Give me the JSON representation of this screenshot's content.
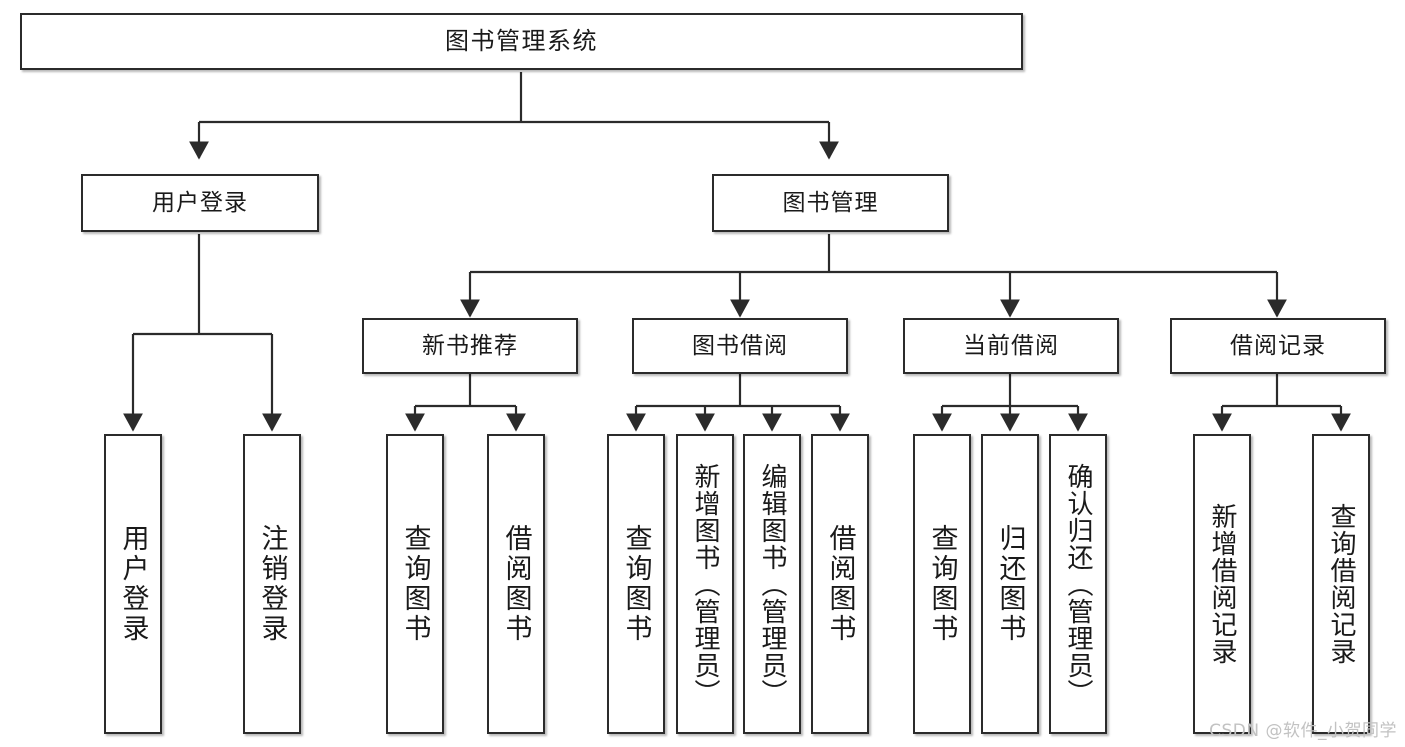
{
  "diagram": {
    "type": "tree",
    "title": "图书管理系统",
    "orientation": "top-down",
    "colors": {
      "box_border": "#2b2b2b",
      "box_fill": "#ffffff",
      "connector": "#2b2b2b",
      "text": "#1a1a1a",
      "watermark": "#c2c2c2",
      "background": "#ffffff"
    }
  },
  "root": {
    "label": "图书管理系统"
  },
  "level2": [
    {
      "label": "用户登录"
    },
    {
      "label": "图书管理"
    }
  ],
  "level3": [
    {
      "label": "新书推荐"
    },
    {
      "label": "图书借阅"
    },
    {
      "label": "当前借阅"
    },
    {
      "label": "借阅记录"
    }
  ],
  "leaves": {
    "user_login": [
      {
        "label": "用户登录"
      },
      {
        "label": "注销登录"
      }
    ],
    "new_book_recommend": [
      {
        "label": "查询图书"
      },
      {
        "label": "借阅图书"
      }
    ],
    "book_borrow": [
      {
        "label": "查询图书"
      },
      {
        "label": "新增图书（管理员）"
      },
      {
        "label": "编辑图书（管理员）"
      },
      {
        "label": "借阅图书"
      }
    ],
    "current_borrow": [
      {
        "label": "查询图书"
      },
      {
        "label": "归还图书"
      },
      {
        "label": "确认归还（管理员）"
      }
    ],
    "borrow_record": [
      {
        "label": "新增借阅记录"
      },
      {
        "label": "查询借阅记录"
      }
    ]
  },
  "watermark": {
    "text": "CSDN @软件_小贺同学"
  }
}
